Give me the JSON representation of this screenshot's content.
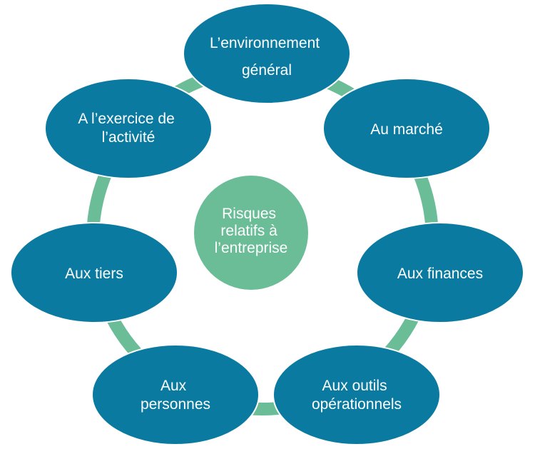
{
  "colors": {
    "ring": "#6bbd97",
    "outer_node_fill": "#0a7aa0",
    "outer_node_stroke": "#ffffff",
    "center_fill": "#6bbd97",
    "text": "#ffffff"
  },
  "center": {
    "lines": [
      "Risques",
      "relatifs à",
      "l’entreprise"
    ]
  },
  "nodes": [
    {
      "id": "environnement-general",
      "lines": [
        "L’environnement",
        "général"
      ]
    },
    {
      "id": "marche",
      "lines": [
        "Au marché"
      ]
    },
    {
      "id": "finances",
      "lines": [
        "Aux finances"
      ]
    },
    {
      "id": "outils-operationnels",
      "lines": [
        "Aux outils",
        "opérationnels"
      ]
    },
    {
      "id": "personnes",
      "lines": [
        "Aux",
        "personnes"
      ]
    },
    {
      "id": "tiers",
      "lines": [
        "Aux tiers"
      ]
    },
    {
      "id": "exercice-activite",
      "lines": [
        "A l’exercice de",
        "l’activité"
      ]
    }
  ]
}
